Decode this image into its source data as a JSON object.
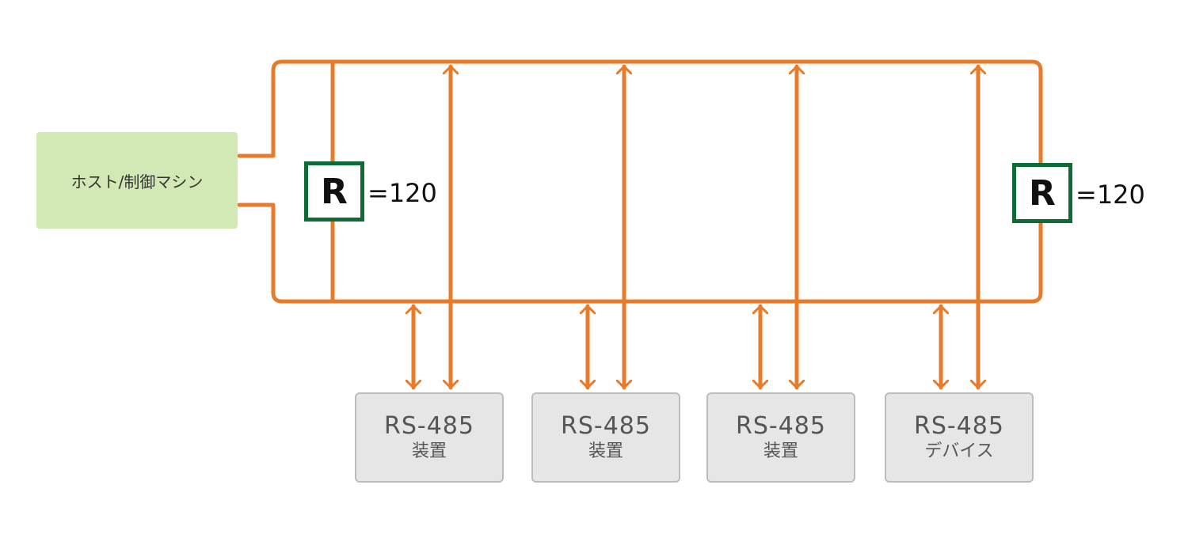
{
  "colors": {
    "bus": "#e87b2a",
    "host_fill": "#d3e9b5",
    "resistor_border": "#0f6b36",
    "device_fill": "#e6e6e6",
    "device_border": "#bcbcbc",
    "device_text": "#555555"
  },
  "host": {
    "label": "ホスト/制御マシン"
  },
  "resistors": [
    {
      "symbol": "R",
      "value_label": "=120"
    },
    {
      "symbol": "R",
      "value_label": "=120"
    }
  ],
  "devices": [
    {
      "name": "RS-485",
      "type": "装置"
    },
    {
      "name": "RS-485",
      "type": "装置"
    },
    {
      "name": "RS-485",
      "type": "装置"
    },
    {
      "name": "RS-485",
      "type": "デバイス"
    }
  ]
}
